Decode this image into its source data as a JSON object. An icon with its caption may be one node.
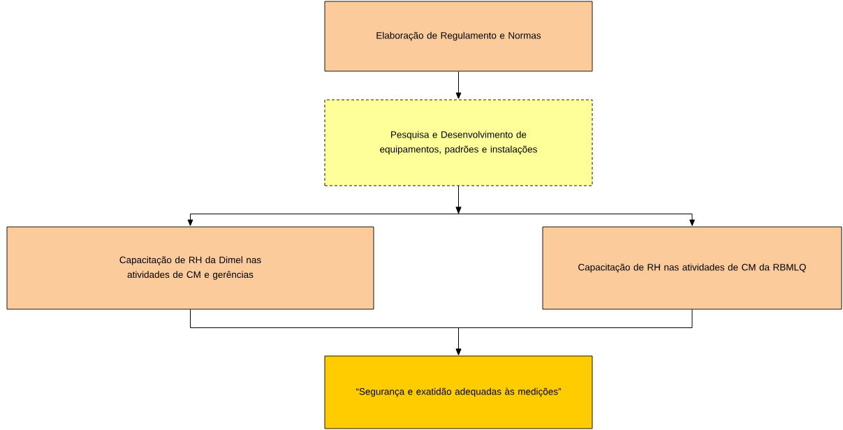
{
  "diagram": {
    "nodes": [
      {
        "text": [
          "Elaboração de Regulamento e Normas"
        ]
      },
      {
        "text": [
          "Pesquisa e Desenvolvimento de equipamentos, padrões e instalações"
        ]
      },
      {
        "text": [
          "Capacitação de RH da Dimel nas atividades de CM e gerências"
        ]
      },
      {
        "text": [
          "Capacitação de RH nas atividades de CM da RBMLQ"
        ]
      },
      {
        "text": [
          "“Segurança e exatidão adequadas às medições”"
        ]
      }
    ],
    "edges": [
      {
        "from": 0,
        "to": 1,
        "arrow": "to"
      },
      {
        "from": 1,
        "to": 2,
        "arrow": "to"
      },
      {
        "from": 1,
        "to": 3,
        "arrow": "to"
      },
      {
        "from": 2,
        "to": 4,
        "arrow": "to"
      },
      {
        "from": 3,
        "to": 4,
        "arrow": "to"
      }
    ]
  }
}
